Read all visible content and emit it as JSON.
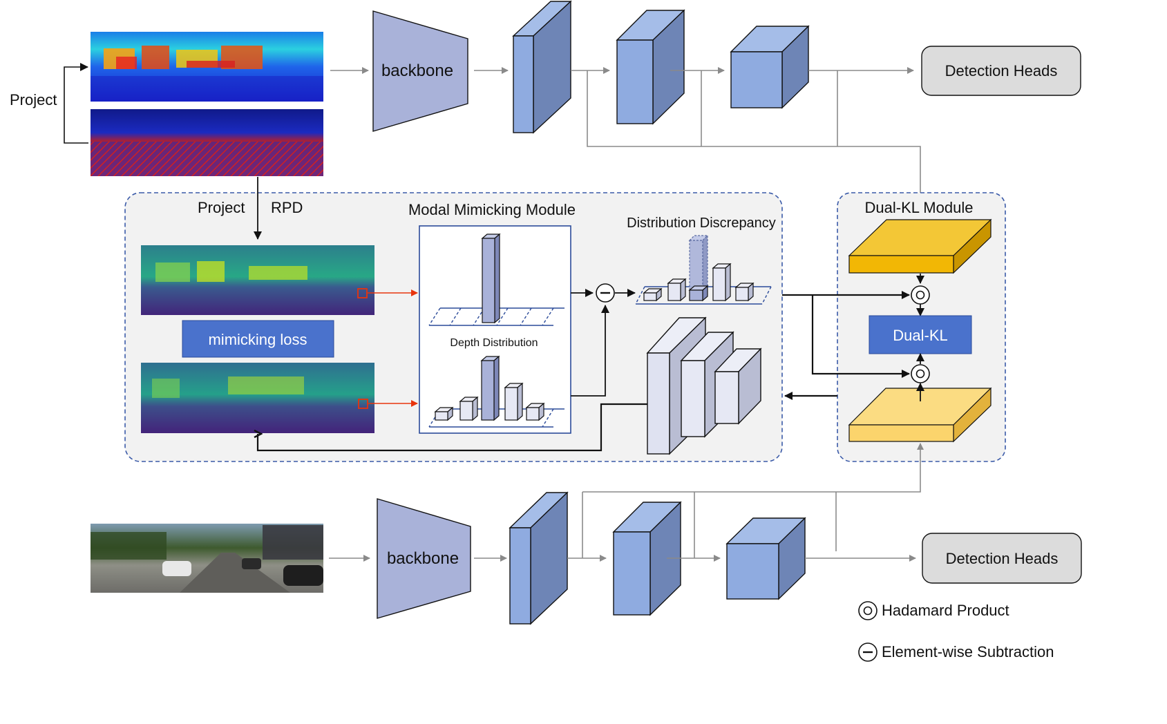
{
  "top_branch": {
    "project_label": "Project",
    "backbone_label": "backbone",
    "detection_heads_label": "Detection Heads"
  },
  "mimicking_module": {
    "title": "Modal Mimicking Module",
    "project_label": "Project",
    "rpd_label": "RPD",
    "mimicking_loss_label": "mimicking loss",
    "depth_distribution_label": "Depth Distribution",
    "distribution_discrepancy_label": "Distribution Discrepancy"
  },
  "dual_kl_module": {
    "title": "Dual-KL Module",
    "dual_kl_label": "Dual-KL"
  },
  "bottom_branch": {
    "backbone_label": "backbone",
    "detection_heads_label": "Detection Heads"
  },
  "legend": {
    "hadamard_label": "Hadamard Product",
    "subtraction_label": "Element-wise Subtraction"
  },
  "colors": {
    "feature_cube_front": "#8fabe0",
    "feature_cube_side": "#6e85b6",
    "backbone_fill": "#a9b2d9",
    "detection_heads_fill": "#dcdcdc",
    "mimicking_loss_fill": "#4a72cc",
    "dual_kl_fill": "#4a72cc",
    "teacher_feature_fill": "#f2b705",
    "student_feature_fill": "#fbd46c",
    "module_background": "#f2f2f2",
    "module_border": "#3a5aa8",
    "red_arrow": "#e8340c",
    "gray_arrow": "#8a8a8a"
  }
}
